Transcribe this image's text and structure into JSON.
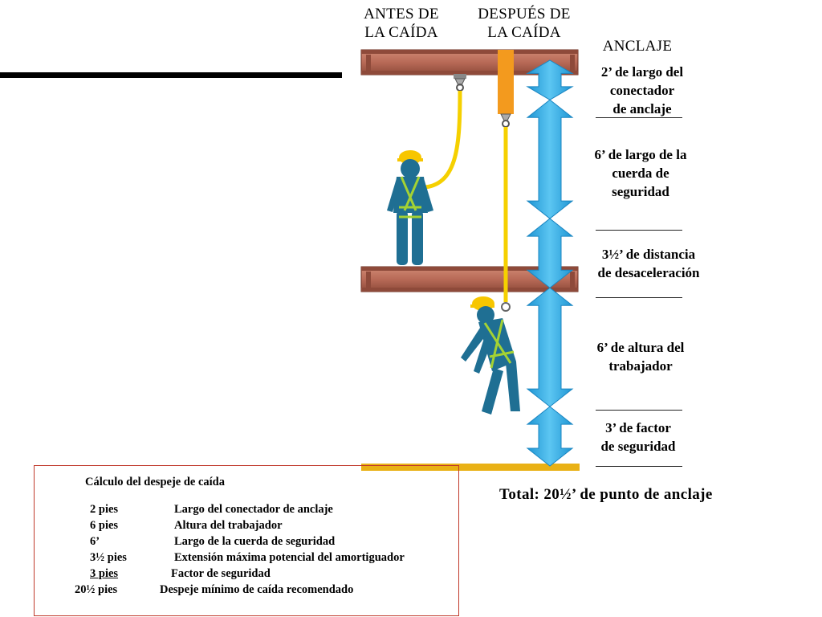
{
  "header": {
    "before": [
      "ANTES DE",
      "LA CAÍDA"
    ],
    "after": [
      "DESPUÉS DE",
      "LA CAÍDA"
    ],
    "anchor": "ANCLAJE"
  },
  "segments": [
    {
      "lines": [
        "2’ de largo del",
        "conectador",
        "de anclaje"
      ],
      "feet": 2
    },
    {
      "lines": [
        "6’ de largo de la",
        "cuerda de",
        "seguridad"
      ],
      "feet": 6
    },
    {
      "lines": [
        "3½’ de distancia",
        "de desaceleración"
      ],
      "feet": 3.5
    },
    {
      "lines": [
        "6’ de altura del",
        "trabajador"
      ],
      "feet": 6
    },
    {
      "lines": [
        "3’ de factor",
        "de seguridad"
      ],
      "feet": 3
    }
  ],
  "total": "Total: 20½’ de punto de anclaje",
  "calc": {
    "title": "Cálculo del despeje de caída",
    "rows": [
      {
        "qty": "2 pies",
        "desc": "Largo del conectador de anclaje"
      },
      {
        "qty": "6 pies",
        "desc": "Altura del trabajador"
      },
      {
        "qty": "6’",
        "desc": "Largo de la cuerda de seguridad"
      },
      {
        "qty": "3½ pies",
        "desc": "Extensión máxima potencial del amortiguador"
      },
      {
        "qty": "3 pies",
        "desc": "Factor de seguridad"
      },
      {
        "qty": "20½ pies",
        "desc": "Despeje mínimo de caída recomendado"
      }
    ]
  },
  "colors": {
    "beam": "#b86a57",
    "beam_dark": "#7a3a2c",
    "worker": "#1f6f93",
    "helmet": "#f7c600",
    "harness": "#a4d233",
    "lanyard": "#f5d000",
    "absorber": "#f39a1e",
    "arrow": "#33aee6",
    "floor": "#e9b115",
    "box_border": "#c0392b"
  }
}
